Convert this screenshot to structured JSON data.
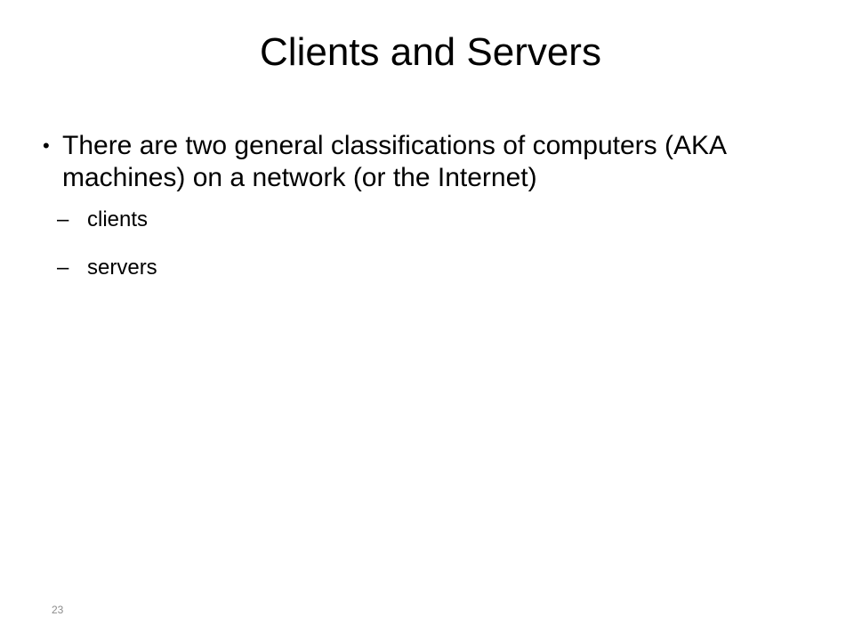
{
  "slide": {
    "title": "Clients and Servers",
    "bullets": [
      {
        "mark": "•",
        "text": "There are two general classifications of computers (AKA machines) on a network (or the Internet)",
        "sub_items": [
          {
            "mark": "–",
            "text": "clients"
          },
          {
            "mark": "–",
            "text": "servers"
          }
        ]
      }
    ],
    "page_number": "23"
  }
}
